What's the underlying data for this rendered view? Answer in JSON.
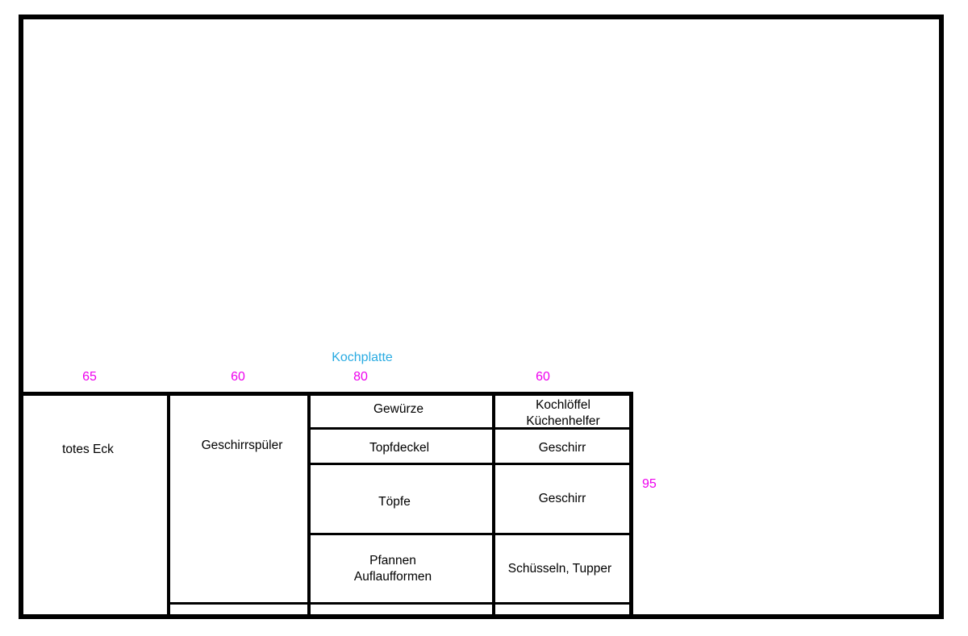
{
  "colors": {
    "background": "#ffffff",
    "outline": "#000000",
    "dimension_text": "#ee00ee",
    "annotation_text": "#29abe2",
    "cell_text": "#000000"
  },
  "annotations": {
    "kochplatte": "Kochplatte"
  },
  "dimensions": {
    "col_totes_eck": "65",
    "col_geschirrspueler": "60",
    "col_unterschrank": "80",
    "col_oberschrank": "60",
    "depth": "95"
  },
  "cells": {
    "totes_eck": "totes Eck",
    "geschirrspueler": "Geschirrspüler",
    "gewuerze": "Gewürze",
    "kochloeffel_kuechenhelfer": "Kochlöffel\nKüchenhelfer",
    "topfdeckel": "Topfdeckel",
    "geschirr_oben": "Geschirr",
    "toepfe": "Töpfe",
    "geschirr_mitte": "Geschirr",
    "pfannen_auflaufformen": "Pfannen\nAuflaufformen",
    "schuesseln_tupper": "Schüsseln, Tupper"
  }
}
